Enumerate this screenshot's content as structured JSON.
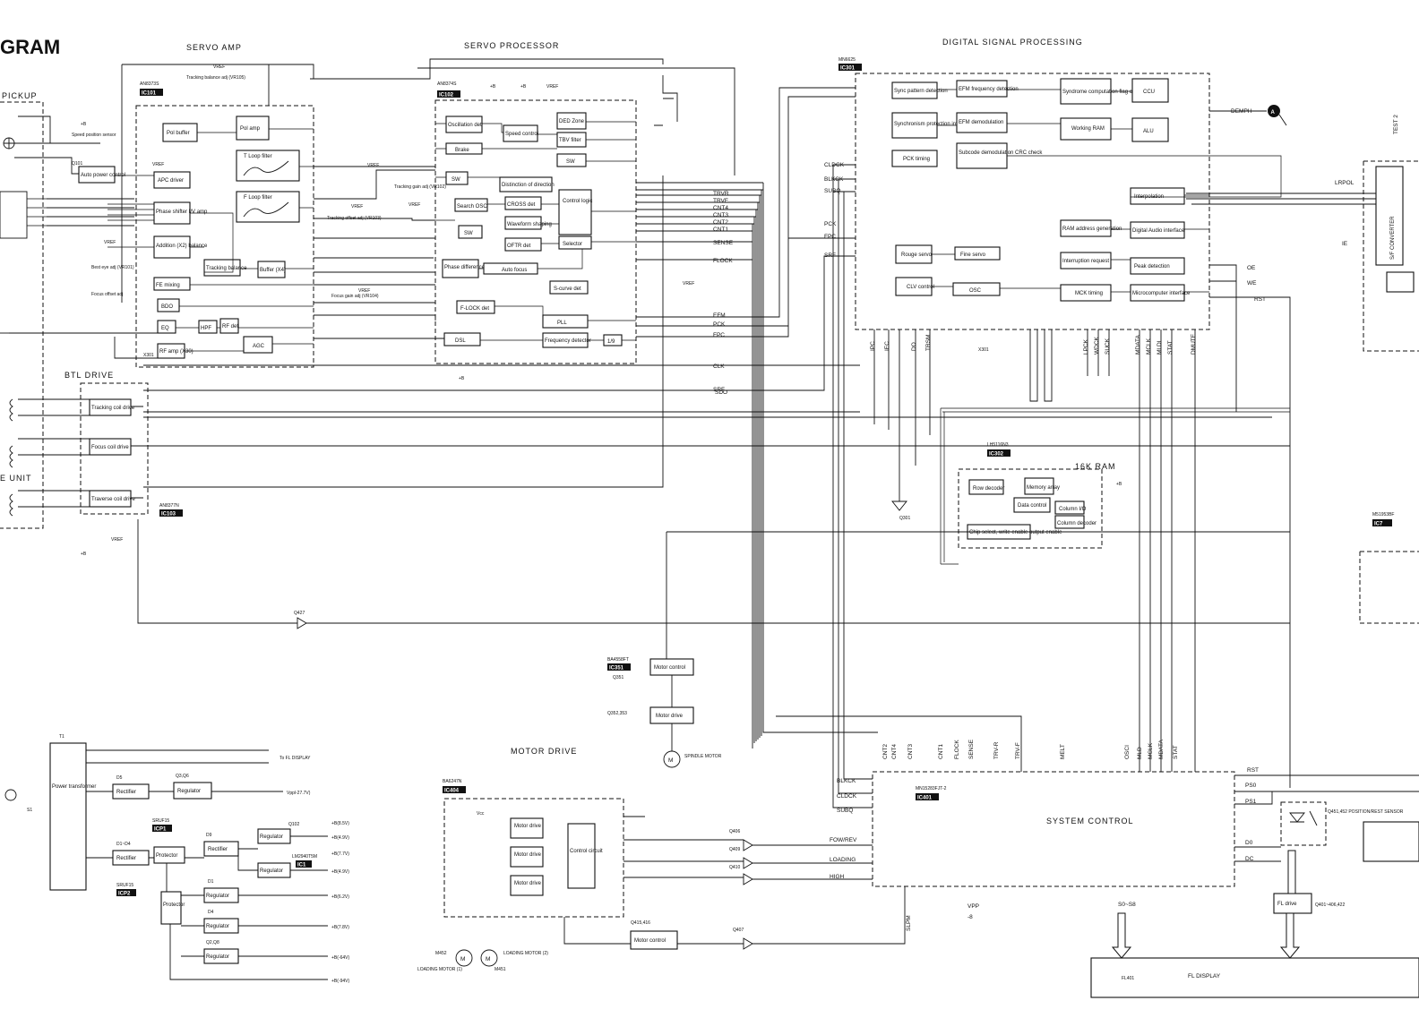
{
  "page_title": "GRAM",
  "sections": {
    "pickup": "PICKUP",
    "servo_amp": "SERVO AMP",
    "servo_processor": "SERVO PROCESSOR",
    "dsp": "DIGITAL SIGNAL PROCESSING",
    "btl_drive": "BTL DRIVE",
    "e_unit": "E UNIT",
    "ram": "16K RAM",
    "motor_drive": "MOTOR DRIVE",
    "system_control": "SYSTEM CONTROL"
  },
  "ics": {
    "ic101": {
      "part": "AN8373S",
      "ref": "IC101"
    },
    "ic102": {
      "part": "AN8374S",
      "ref": "IC102"
    },
    "ic301": {
      "part": "MN6625",
      "ref": "IC301"
    },
    "ic103": {
      "part": "AN8377N",
      "ref": "IC103"
    },
    "ic302": {
      "part": "LH5116N3",
      "ref": "IC302"
    },
    "ic404": {
      "part": "BA6247N",
      "ref": "IC404"
    },
    "ic401": {
      "part": "MN15283FJT-2",
      "ref": "IC401"
    },
    "ic351": {
      "part": "BA4558FT",
      "ref": "IC351"
    },
    "icp1": {
      "part": "SRUF15",
      "ref": "ICP1"
    },
    "icp2": {
      "part": "SRUF15",
      "ref": "ICP2"
    },
    "ic1": {
      "part": "LM2940T5M",
      "ref": "IC1"
    },
    "ic7": {
      "part": "M51953BF",
      "ref": "IC7"
    }
  },
  "servo_amp_blocks": [
    "Pol buffer",
    "Auto power control",
    "APC driver",
    "Phase shifter I/V amp",
    "Addition (X2) balance",
    "Tracking balance",
    "Buffer (X4)",
    "FE mixing",
    "BDO",
    "EQ",
    "HPF",
    "RF det",
    "RF amp (X30)",
    "AGC",
    "Pol amp",
    "T Loop filter",
    "F Loop filter"
  ],
  "servo_proc_blocks": [
    "Oscillation det",
    "Speed control",
    "Brake",
    "DED Zone",
    "TBV filter",
    "SW",
    "SW",
    "Distinction of direction",
    "Search OSC",
    "CROSS det",
    "Waveform shaping",
    "SW",
    "OFTR det",
    "Control logic",
    "Selector",
    "Phase difference inhibit",
    "Auto focus",
    "S-curve det",
    "F-LOCK det",
    "PLL",
    "DSL",
    "Frequency detector",
    "1/9"
  ],
  "dsp_blocks": [
    "Sync pattern detection",
    "EFM frequency detection",
    "Syndrome computation flag count",
    "CCU",
    "Synchronism protection interpolation",
    "EFM demodulation",
    "Working RAM",
    "ALU",
    "PCK timing",
    "Subcode demodulation CRC check",
    "Interpolation",
    "RAM address generation",
    "Digital Audio interface",
    "Rouge servo",
    "Fine servo",
    "Interruption request",
    "Peak detection",
    "CLV control",
    "OSC",
    "MCK timing",
    "Microcomputer interface"
  ],
  "ram_blocks": [
    "Row decoder",
    "Memory array",
    "Data control",
    "Column I/O",
    "Column decoder",
    "Chip select, write enable output enable"
  ],
  "btl_blocks": [
    "Tracking coil drive",
    "Focus coil drive",
    "Traverse coil drive"
  ],
  "motor_blocks": [
    "Motor drive",
    "Motor drive",
    "Motor drive",
    "Control circuit",
    "Motor control",
    "Motor control",
    "Motor drive"
  ],
  "power_blocks": [
    "Power transformer",
    "Rectifier",
    "Regulator",
    "Rectifier",
    "Protector",
    "Rectifier",
    "Regulator",
    "Regulator",
    "Protector",
    "Regulator",
    "Regulator",
    "Regulator",
    "FL drive"
  ],
  "signals": {
    "mid_bus": [
      "TRVR",
      "TRVF",
      "CNT4",
      "CNT3",
      "CNT2",
      "CNT1",
      "SENSE",
      "FLOCK",
      "EFM",
      "PCK",
      "FPC",
      "CLK",
      "SRF",
      "SDO"
    ],
    "dsp_left": [
      "CLDCK",
      "BLKCK",
      "SUBQ",
      "PCK",
      "FPC",
      "SRF"
    ],
    "dsp_right": [
      "DEMPH",
      "OE",
      "WE",
      "RST"
    ],
    "dsp_bottom": [
      "IPC",
      "IEC",
      "DO",
      "TRSM",
      "LPCK",
      "WDCK",
      "SUCK",
      "MDATA",
      "MCLK",
      "MLDI",
      "STAT",
      "DMUTE"
    ],
    "sys_top": [
      "CNT2",
      "CNT4",
      "CNT3",
      "CNT1",
      "FLOCK",
      "SENSE",
      "TRV-R",
      "TRV-F",
      "MELT",
      "OSCI",
      "MLD",
      "MCLK",
      "MDATA",
      "STAT"
    ],
    "sys_left": [
      "BLKCK",
      "CLDCK",
      "SUBQ"
    ],
    "motor_ctrl": [
      "FOW/REV",
      "LOADING",
      "HIGH"
    ],
    "sf_pins": [
      "LRPOL",
      "IE"
    ],
    "sys_right": [
      "RST",
      "PS0",
      "PS1",
      "D0",
      "DC"
    ],
    "vpp": "VPP",
    "vpp_value": "-8",
    "sw_label": "S0~S8",
    "demph_tag": "A",
    "slpm": "SLPM"
  },
  "power_rails": [
    "To FL DISPLAY",
    "Vppl-27.7V)",
    "+B(8.5V)",
    "+B(4.9V)",
    "+B(7.7V)",
    "+B(4.9V)",
    "+B(6.2V)",
    "+B(7.8V)",
    "+B(-64V)",
    "+B(-94V)"
  ],
  "transistors": {
    "q101": "Q101",
    "q301": "Q301",
    "q427": "Q427",
    "q406": "Q406",
    "q409": "Q409",
    "q410": "Q410",
    "q407": "Q407",
    "q351": "Q351",
    "q352": "Q352,353",
    "q415": "Q415,416",
    "q401": "Q401~406,422",
    "q102": "Q102",
    "q3": "Q3,Q6",
    "q2": "Q2,Q8",
    "d5": "D5",
    "d1": "D1~D4",
    "d9": "D9",
    "d1b": "D1",
    "d4": "D4",
    "t1": "T1",
    "s1": "S1",
    "x301": "X301",
    "fl401": "FL401"
  },
  "motors": {
    "spindle": "SPINDLE MOTOR",
    "loading1": "LOADING MOTOR (1)",
    "loading2": "LOADING MOTOR (2)",
    "m452": "M452",
    "m451": "M451"
  },
  "misc": {
    "vref": "VREF",
    "pb": "+B",
    "vcc": "Vcc",
    "sf_conv": "S/F CONVERTER",
    "test2": "TEST 2",
    "position_sensor": "Q451,452 POSITION/REST SENSOR",
    "fl_display": "FL DISPLAY",
    "tracking_balance_adj": "Tracking balance adj (VR105)",
    "speed_sensor": "Speed position sensor",
    "focus_gain": "Focus gain adj (VR104)",
    "best_eye": "Best eye adj (VR101)",
    "focus_offset": "Focus offset adj",
    "tracking_gain": "Tracking gain adj (VR102)",
    "tracking_offset": "Tracking offset adj (VR103)"
  }
}
